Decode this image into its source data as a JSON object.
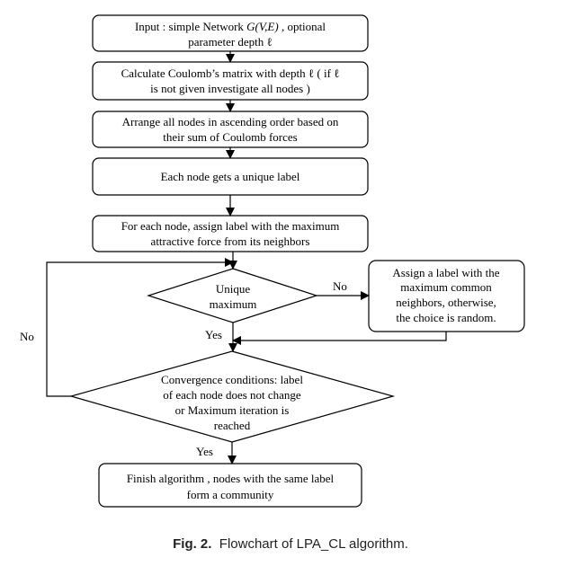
{
  "flowchart": {
    "nodes": {
      "input": {
        "line1_prefix": "Input : simple Network ",
        "line1_italic": "G(V,E)",
        "line1_suffix": " , optional",
        "line2": "parameter depth ℓ"
      },
      "coulomb": {
        "line1": "Calculate Coulomb’s matrix with depth ℓ ( if ℓ",
        "line2": "is not given investigate all nodes )"
      },
      "arrange": {
        "line1": "Arrange all nodes in ascending order based on",
        "line2": "their sum of Coulomb forces"
      },
      "label": {
        "line1": "Each node gets a unique label"
      },
      "assign": {
        "line1": "For each node, assign label with the maximum",
        "line2": "attractive force from its neighbors"
      },
      "unique": {
        "line1": "Unique",
        "line2": "maximum"
      },
      "common": {
        "line1": "Assign a label with the",
        "line2": "maximum common",
        "line3": "neighbors, otherwise,",
        "line4": "the choice is random."
      },
      "convergence": {
        "line1": "Convergence conditions: label",
        "line2": "of each node does not change",
        "line3": "or Maximum iteration is",
        "line4": "reached"
      },
      "finish": {
        "line1": "Finish algorithm , nodes with the same label",
        "line2": "form a community"
      }
    },
    "edge_labels": {
      "unique_no": "No",
      "unique_yes": "Yes",
      "convergence_no": "No",
      "convergence_yes": "Yes"
    }
  },
  "caption": {
    "label": "Fig. 2.",
    "text": "Flowchart of LPA_CL algorithm."
  }
}
